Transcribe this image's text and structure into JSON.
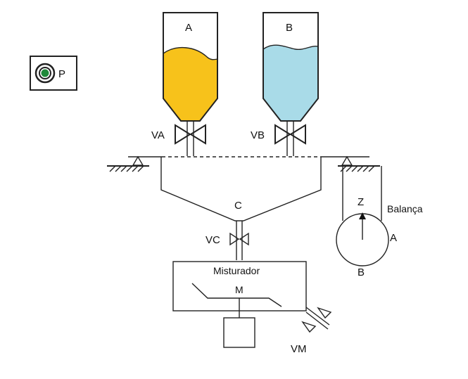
{
  "labels": {
    "silo_a": "A",
    "silo_b": "B",
    "button_p": "P",
    "valve_a": "VA",
    "valve_b": "VB",
    "hopper": "C",
    "valve_c": "VC",
    "scale_z": "Z",
    "scale_title": "Balança",
    "scale_a": "A",
    "scale_b": "B",
    "mixer_title": "Misturador",
    "motor": "M",
    "valve_m": "VM"
  },
  "colors": {
    "silo_a_fill": "#f7c21b",
    "silo_b_fill": "#a9dbe8",
    "button_outer": "#222222",
    "button_inner": "#1f8a3a"
  },
  "icons": {
    "button_p": "indicator-light-icon",
    "valves": "butterfly-valve-icon",
    "ground": "ground-support-icon",
    "gauge": "dial-gauge-icon"
  }
}
